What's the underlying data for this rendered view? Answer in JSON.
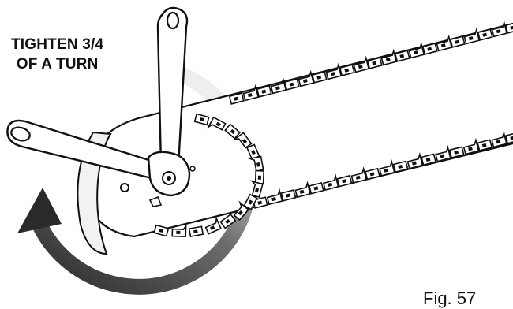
{
  "instruction": {
    "line1": "TIGHTEN 3/4",
    "line2": "OF A TURN"
  },
  "figure": {
    "label": "Fig. 57"
  },
  "colors": {
    "ink": "#111111",
    "arrow_dark": "#2a2a2a",
    "arrow_light": "#e6e6e6",
    "paper": "#ffffff"
  },
  "icons": [
    "rotation-arrow-icon",
    "wrench-icon",
    "chain-icon",
    "guide-bar-icon"
  ]
}
